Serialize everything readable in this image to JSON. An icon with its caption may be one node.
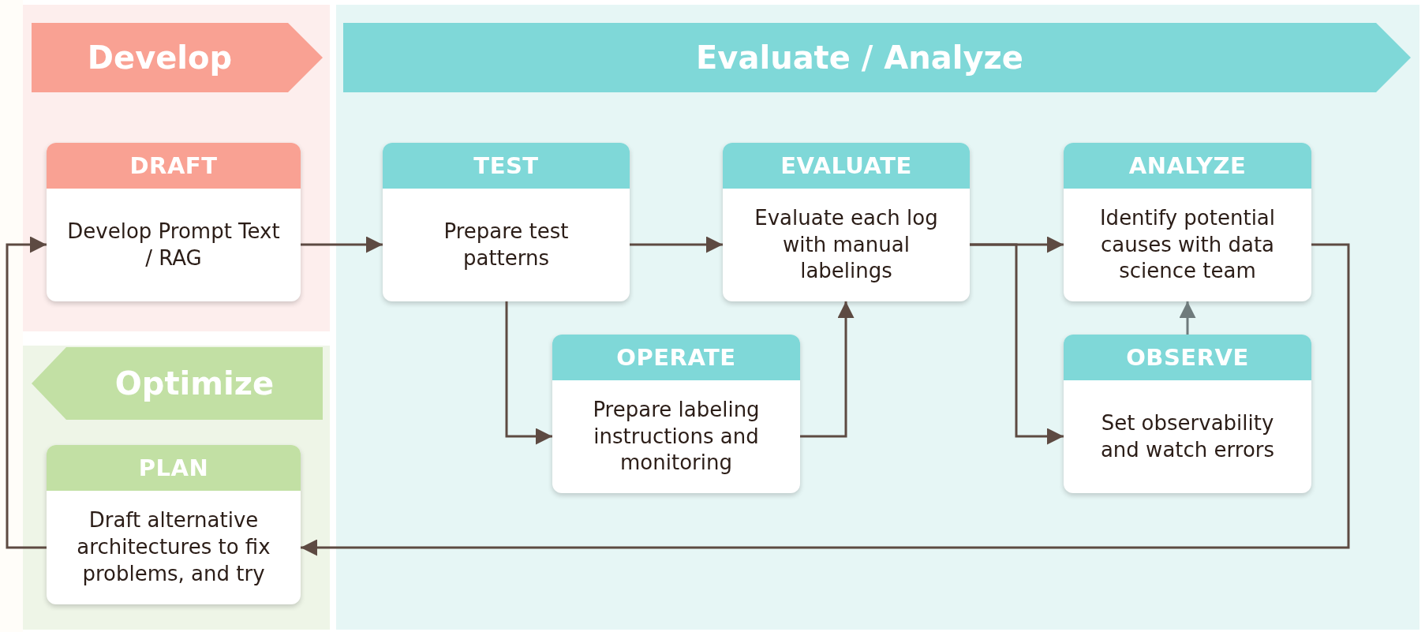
{
  "diagram": {
    "nodes": [
      {
        "text": [
          "Develop"
        ]
      },
      {
        "text": [
          "DRAFT",
          "Develop Prompt Text / RAG"
        ],
        "in": 0
      },
      {
        "text": [
          "Evaluate / Analyze"
        ]
      },
      {
        "text": [
          "TEST",
          "Prepare test patterns"
        ],
        "in": 2
      },
      {
        "text": [
          "EVALUATE",
          "Evaluate each log with manual labelings"
        ],
        "in": 2
      },
      {
        "text": [
          "ANALYZE",
          "Identify potential causes with data science team"
        ],
        "in": 2
      },
      {
        "text": [
          "OPERATE",
          "Prepare labeling instructions and monitoring"
        ],
        "in": 2
      },
      {
        "text": [
          "OBSERVE",
          "Set observability and watch errors"
        ],
        "in": 2
      },
      {
        "text": [
          "Optimize"
        ]
      },
      {
        "text": [
          "PLAN",
          "Draft alternative architectures to fix problems, and try"
        ],
        "in": 8
      }
    ],
    "edges": [
      {
        "from": 1,
        "to": 3,
        "arrow": "to"
      },
      {
        "from": 3,
        "to": 4,
        "arrow": "to"
      },
      {
        "from": 3,
        "to": 6,
        "arrow": "to"
      },
      {
        "from": 6,
        "to": 4,
        "arrow": "to"
      },
      {
        "from": 4,
        "to": 5,
        "arrow": "to"
      },
      {
        "from": 4,
        "to": 7,
        "arrow": "to"
      },
      {
        "from": 7,
        "to": 5,
        "arrow": "to",
        "color": "#6f7b7c"
      },
      {
        "from": 5,
        "to": 9,
        "arrow": "to"
      },
      {
        "from": 9,
        "to": 1,
        "arrow": "to"
      }
    ]
  }
}
